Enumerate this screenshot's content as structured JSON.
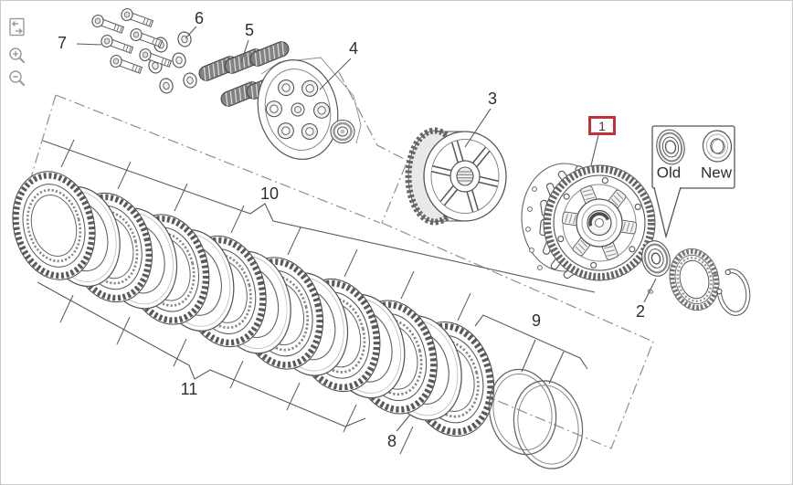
{
  "toolbar": {
    "icons": [
      {
        "name": "expand-icon"
      },
      {
        "name": "zoom-in-icon"
      },
      {
        "name": "zoom-out-icon"
      }
    ]
  },
  "diagram": {
    "type": "exploded-parts-diagram",
    "callouts": [
      {
        "label": "1",
        "highlighted": true
      },
      {
        "label": "2",
        "highlighted": false
      },
      {
        "label": "3",
        "highlighted": false
      },
      {
        "label": "4",
        "highlighted": false
      },
      {
        "label": "5",
        "highlighted": false
      },
      {
        "label": "6",
        "highlighted": false
      },
      {
        "label": "7",
        "highlighted": false
      },
      {
        "label": "8",
        "highlighted": false
      },
      {
        "label": "9",
        "highlighted": false
      },
      {
        "label": "10",
        "highlighted": false
      },
      {
        "label": "11",
        "highlighted": false
      }
    ],
    "comparison": {
      "old": "Old",
      "new": "New"
    },
    "colors": {
      "highlight_box": "#c0323a",
      "line": "#5a5a5a",
      "label_text": "#2e2e2e",
      "background": "#ffffff"
    }
  }
}
